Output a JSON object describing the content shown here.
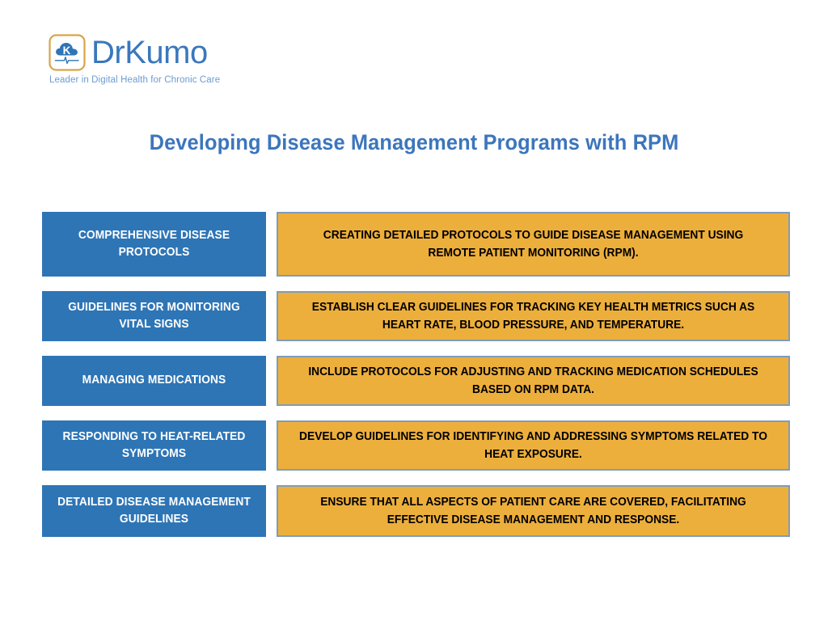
{
  "brand": {
    "logo_icon": "cloud-k-ecg-icon",
    "wordmark": "DrKumo",
    "tagline": "Leader in Digital Health for Chronic Care",
    "wordmark_color": "#3A77BE",
    "tagline_color": "#6C9BD2",
    "icon_border_color": "#D8A44A",
    "icon_cloud_color": "#2E75B6"
  },
  "title": "Developing Disease Management Programs with RPM",
  "title_color": "#3C76BC",
  "theme": {
    "label_bg": "#2E75B6",
    "label_text": "#FFFFFF",
    "desc_bg": "#EDAF3C",
    "desc_border": "#7E9CBB",
    "desc_text": "#000000",
    "page_bg": "#FFFFFF"
  },
  "rows": [
    {
      "label": "COMPREHENSIVE DISEASE PROTOCOLS",
      "description": "CREATING DETAILED PROTOCOLS TO GUIDE DISEASE MANAGEMENT USING REMOTE PATIENT MONITORING (RPM)."
    },
    {
      "label": "GUIDELINES FOR MONITORING VITAL SIGNS",
      "description": "ESTABLISH CLEAR GUIDELINES FOR TRACKING KEY HEALTH METRICS SUCH AS HEART RATE, BLOOD PRESSURE, AND TEMPERATURE."
    },
    {
      "label": "MANAGING MEDICATIONS",
      "description": "INCLUDE PROTOCOLS FOR ADJUSTING AND TRACKING MEDICATION SCHEDULES BASED ON RPM DATA."
    },
    {
      "label": "RESPONDING TO HEAT-RELATED SYMPTOMS",
      "description": "DEVELOP GUIDELINES FOR IDENTIFYING AND ADDRESSING SYMPTOMS RELATED TO HEAT EXPOSURE."
    },
    {
      "label": "DETAILED DISEASE MANAGEMENT GUIDELINES",
      "description": "ENSURE THAT ALL ASPECTS OF PATIENT CARE ARE COVERED, FACILITATING EFFECTIVE DISEASE MANAGEMENT AND RESPONSE."
    }
  ]
}
